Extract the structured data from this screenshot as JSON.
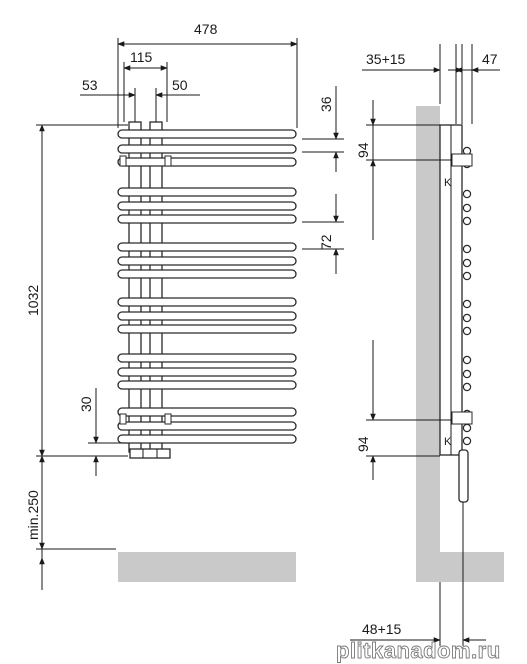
{
  "front_view": {
    "width_total": "478",
    "pipe_spacing": "115",
    "offset_left": "53",
    "offset_right": "50",
    "height_total": "1032",
    "floor_clearance": "min.250",
    "bottom_gap": "30",
    "bar_gap": "36",
    "group_pitch": "72"
  },
  "side_view": {
    "wall_offset": "35+15",
    "depth": "47",
    "top_dim": "94",
    "bottom_dim": "94",
    "bottom_offset": "48+15",
    "valve_label_top": "K",
    "valve_label_bottom": "K"
  },
  "watermark": "plitkanadom.ru",
  "colors": {
    "line": "#1a1a1a",
    "fill_gray": "#c9c9c9"
  }
}
